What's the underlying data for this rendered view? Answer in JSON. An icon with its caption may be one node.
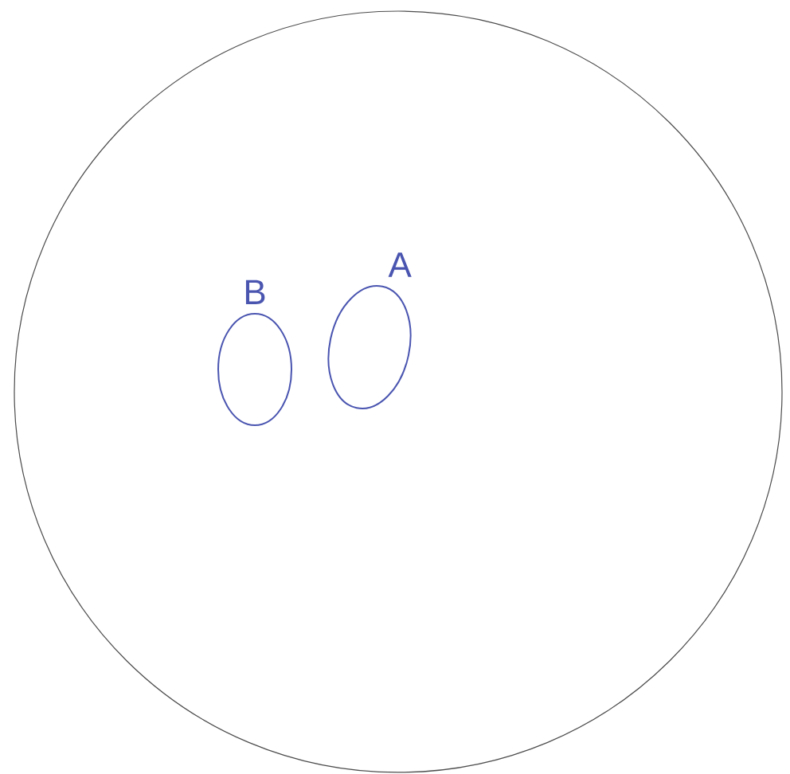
{
  "diagram": {
    "nodes": [
      {
        "text": [],
        "shape": "circle"
      },
      {
        "text": [
          "B"
        ],
        "in": 0
      },
      {
        "text": [
          "A"
        ],
        "in": 0
      }
    ]
  }
}
